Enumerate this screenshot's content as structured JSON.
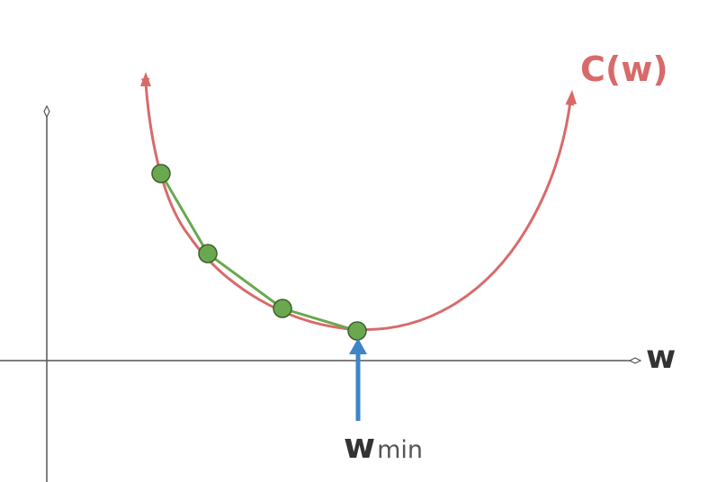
{
  "labels": {
    "cost_function": "C(w)",
    "axis_variable": "w",
    "minimum_main": "w",
    "minimum_subscript": "min"
  },
  "colors": {
    "axes": "#555555",
    "cost_curve": "#d96a6a",
    "descent_path": "#6aa84f",
    "descent_point_fill": "#6aa84f",
    "descent_point_stroke": "#3d5f2e",
    "min_arrow": "#3d85c6",
    "label_dark": "#333333"
  }
}
